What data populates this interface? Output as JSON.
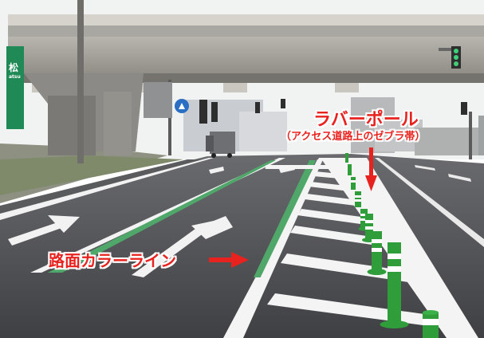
{
  "annotations": {
    "rubber_pole": "ラバーポール",
    "rubber_pole_note": "（アクセス道路上のゼブラ帯）",
    "color_line": "路面カラーライン"
  },
  "sign": {
    "main_text": "松",
    "sub_text": "atsu"
  },
  "colors": {
    "annotation_red": "#e8231f",
    "lane_green": "#4fa86a",
    "pole_green": "#2f9e3a",
    "sign_green": "#1f8a55",
    "sky": "#f2f3f3",
    "asphalt": "#4b4c4f"
  }
}
